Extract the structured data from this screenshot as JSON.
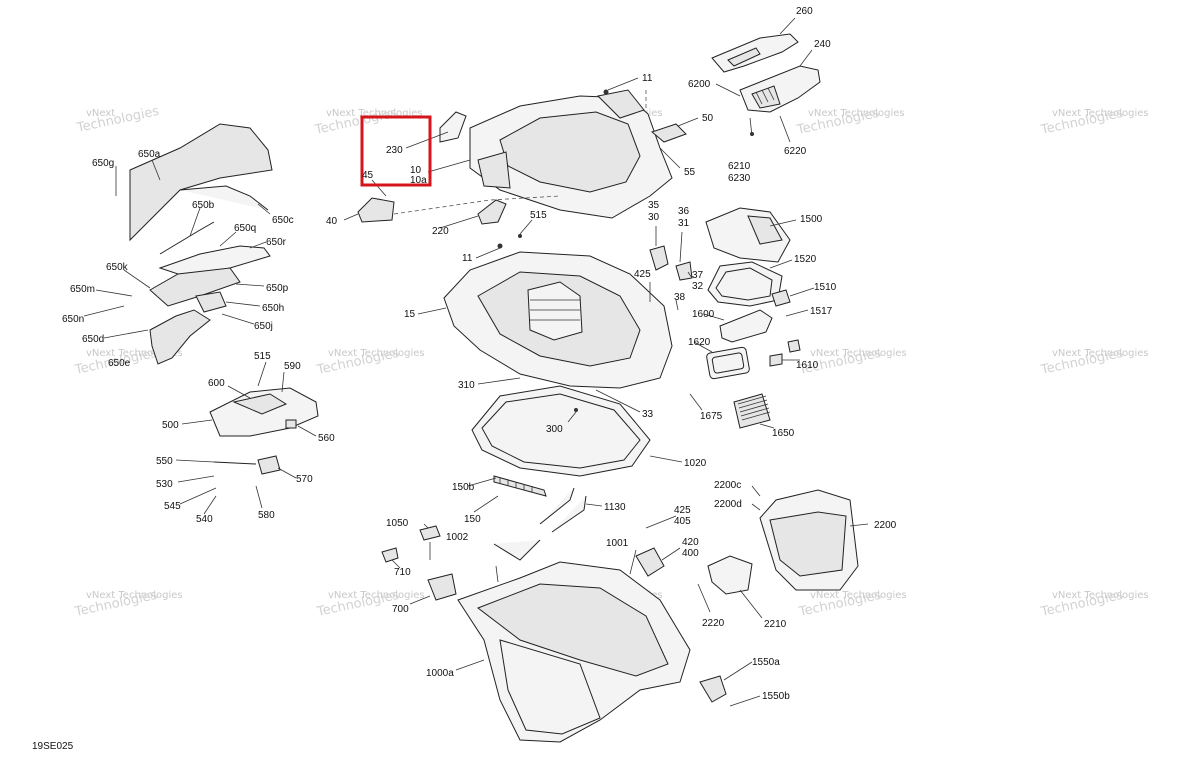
{
  "diagram_code": "19SE025",
  "watermark": {
    "line1": "vNext",
    "line2": "Technologies",
    "line3": "vNext Technologies"
  },
  "highlight_color": "#d6141b",
  "labels": {
    "l260": "260",
    "l240": "240",
    "l11a": "11",
    "l6200": "6200",
    "l50": "50",
    "l6210": "6210",
    "l6230": "6230",
    "l6220": "6220",
    "l55": "55",
    "l230": "230",
    "l10": "10",
    "l10a": "10a",
    "l45": "45",
    "l40": "40",
    "l220": "220",
    "l515a": "515",
    "l35": "35",
    "l30": "30",
    "l36": "36",
    "l31": "31",
    "l1500": "1500",
    "l11b": "11",
    "l425a": "425",
    "l37": "37",
    "l32": "32",
    "l1520": "1520",
    "l1510": "1510",
    "l38": "38",
    "l15": "15",
    "l1600": "1600",
    "l1517": "1517",
    "l1620": "1620",
    "l1610": "1610",
    "l310": "310",
    "l33": "33",
    "l1675": "1675",
    "l300": "300",
    "l1650": "1650",
    "l1020": "1020",
    "l650g": "650g",
    "l650a": "650a",
    "l650b": "650b",
    "l650c": "650c",
    "l650q": "650q",
    "l650r": "650r",
    "l650k": "650k",
    "l650m": "650m",
    "l650p": "650p",
    "l650h": "650h",
    "l650n": "650n",
    "l650j": "650j",
    "l650d": "650d",
    "l650e": "650e",
    "l515b": "515",
    "l590": "590",
    "l600": "600",
    "l500": "500",
    "l560": "560",
    "l550": "550",
    "l570": "570",
    "l530": "530",
    "l545": "545",
    "l540": "540",
    "l580": "580",
    "l150b": "150b",
    "l150": "150",
    "l1130": "1130",
    "l2200c": "2200c",
    "l2200d": "2200d",
    "l2200": "2200",
    "l425b": "425",
    "l405": "405",
    "l1050": "1050",
    "l1002": "1002",
    "l1001": "1001",
    "l420": "420",
    "l400": "400",
    "l710": "710",
    "l700": "700",
    "l2220": "2220",
    "l2210": "2210",
    "l1550a": "1550a",
    "l1000a": "1000a",
    "l1550b": "1550b"
  }
}
